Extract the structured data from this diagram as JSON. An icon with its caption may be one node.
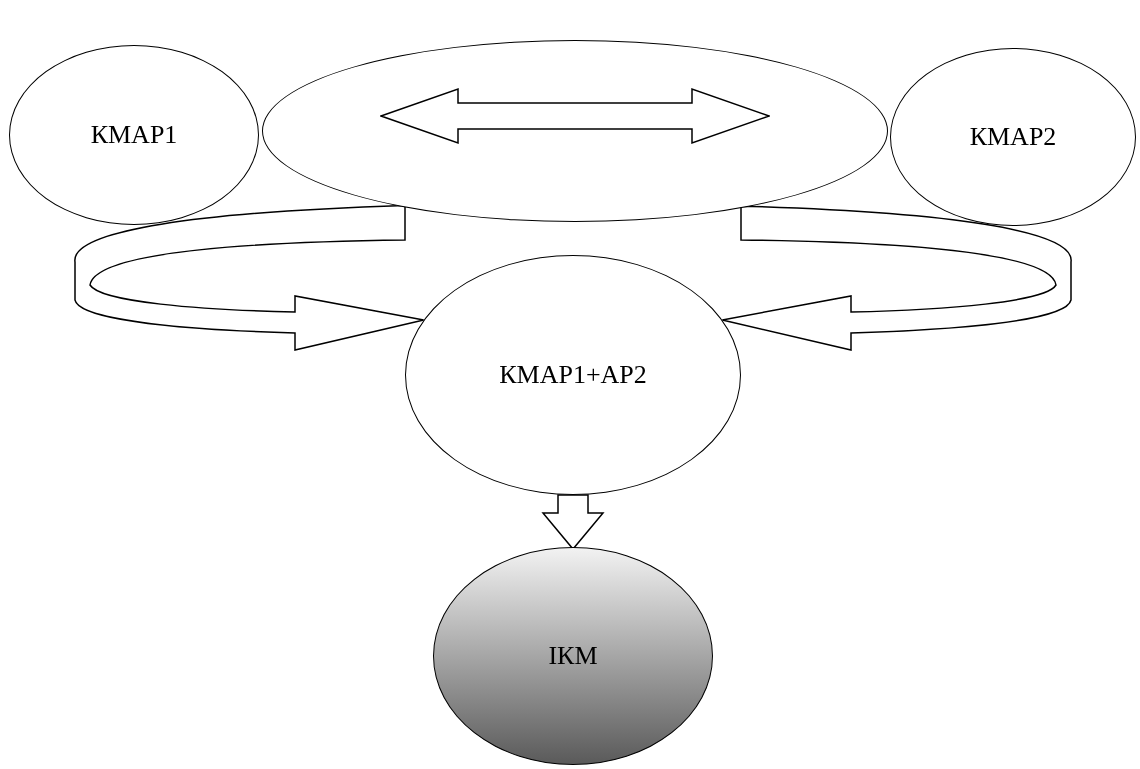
{
  "diagram": {
    "nodes": [
      {
        "text": [
          "КМАР1"
        ]
      },
      {
        "text": [],
        "shape": "ellipse"
      },
      {
        "text": [
          "КМАР2"
        ]
      },
      {
        "text": [
          "КМАР1+АР2"
        ]
      },
      {
        "text": [
          "ІКМ"
        ]
      }
    ],
    "edges": [
      {
        "from": 1,
        "to": 3,
        "arrow": "to"
      },
      {
        "from": 1,
        "to": 3,
        "arrow": "to"
      },
      {
        "from": 3,
        "to": 4,
        "arrow": "to"
      }
    ]
  }
}
